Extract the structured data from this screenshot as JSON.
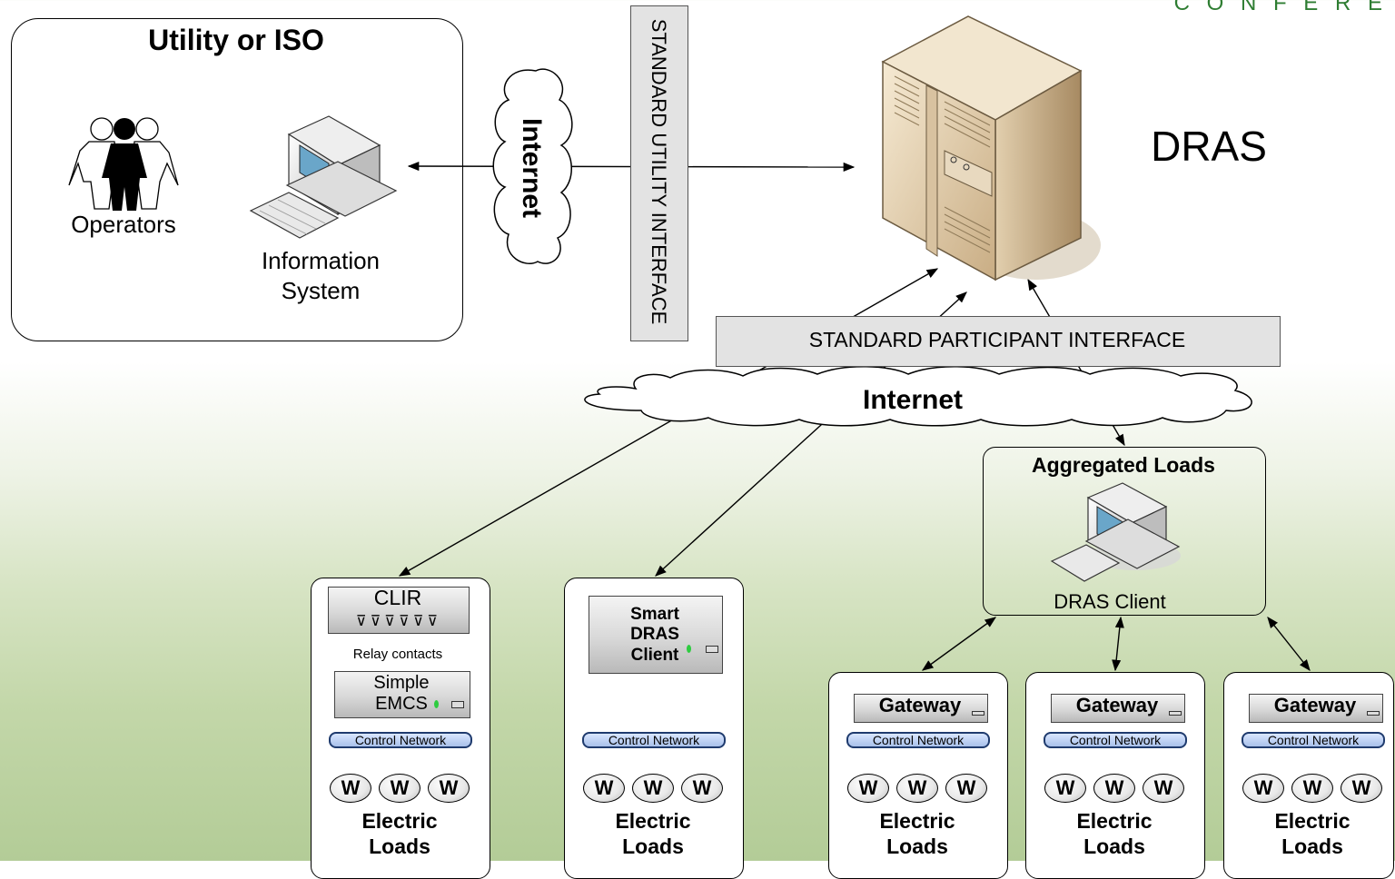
{
  "header_fragment": "C O N F E R E",
  "utility": {
    "title": "Utility or ISO",
    "operators_label": "Operators",
    "info_system_label_1": "Information",
    "info_system_label_2": "System"
  },
  "internet_vertical": "Internet",
  "standard_utility_interface": "STANDARD UTILITY INTERFACE",
  "dras_label": "DRAS",
  "standard_participant_interface": "STANDARD PARTICIPANT INTERFACE",
  "internet_horizontal": "Internet",
  "aggregated": {
    "title": "Aggregated Loads",
    "client_label": "DRAS Client"
  },
  "sites": {
    "clir": {
      "device_label": "CLIR",
      "relay_label": "Relay contacts",
      "emcs_line1": "Simple",
      "emcs_line2": "EMCS"
    },
    "smart": {
      "line1": "Smart",
      "line2": "DRAS",
      "line3": "Client"
    },
    "gateway_label": "Gateway",
    "control_network_label": "Control Network",
    "load_symbol": "W",
    "electric_label": "Electric",
    "loads_label": "Loads"
  },
  "colors": {
    "network_bar": "#a9c1ea",
    "led": "#2ecc40",
    "header_text": "#2e7d32"
  }
}
